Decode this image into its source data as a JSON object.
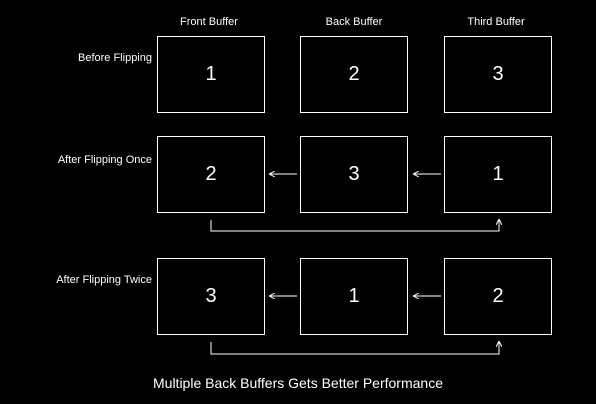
{
  "columns": [
    "Front Buffer",
    "Back Buffer",
    "Third Buffer"
  ],
  "rows": [
    {
      "label": "Before Flipping",
      "values": [
        "1",
        "2",
        "3"
      ]
    },
    {
      "label": "After Flipping Once",
      "values": [
        "2",
        "3",
        "1"
      ]
    },
    {
      "label": "After Flipping Twice",
      "values": [
        "3",
        "1",
        "2"
      ]
    }
  ],
  "caption": "Multiple Back Buffers Gets Better Performance"
}
